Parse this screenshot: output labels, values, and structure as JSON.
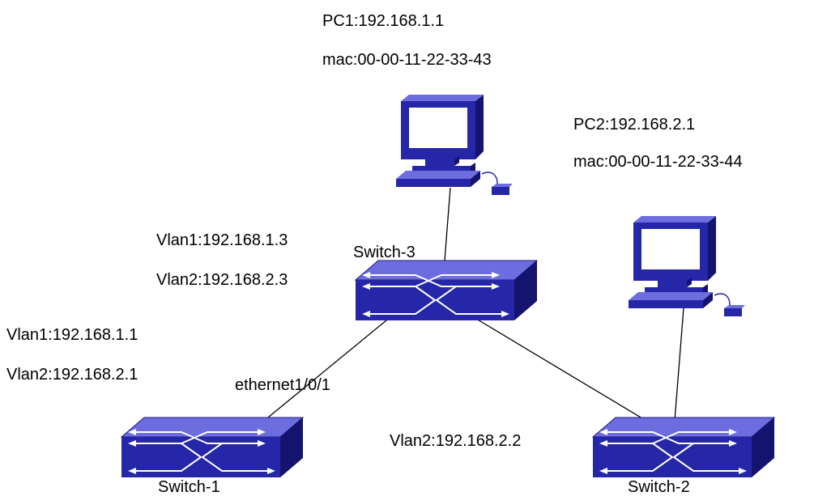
{
  "pc1": {
    "ip_label": "PC1:192.168.1.1",
    "mac_label": "mac:00-00-11-22-33-43"
  },
  "pc2": {
    "ip_label": "PC2:192.168.2.1",
    "mac_label": "mac:00-00-11-22-33-44"
  },
  "switch3": {
    "name": "Switch-3",
    "vlan1_label": "Vlan1:192.168.1.3",
    "vlan2_label": "Vlan2:192.168.2.3"
  },
  "switch1": {
    "name": "Switch-1",
    "vlan1_label": "Vlan1:192.168.1.1",
    "vlan2_label": "Vlan2:192.168.2.1",
    "port_label": "ethernet1/0/1"
  },
  "switch2": {
    "name": "Switch-2",
    "vlan2_label": "Vlan2:192.168.2.2"
  },
  "colors": {
    "device_front": "#2626a8",
    "device_top": "#6d6de0",
    "device_side": "#14146e",
    "screen": "#ffffff",
    "link": "#000000"
  }
}
